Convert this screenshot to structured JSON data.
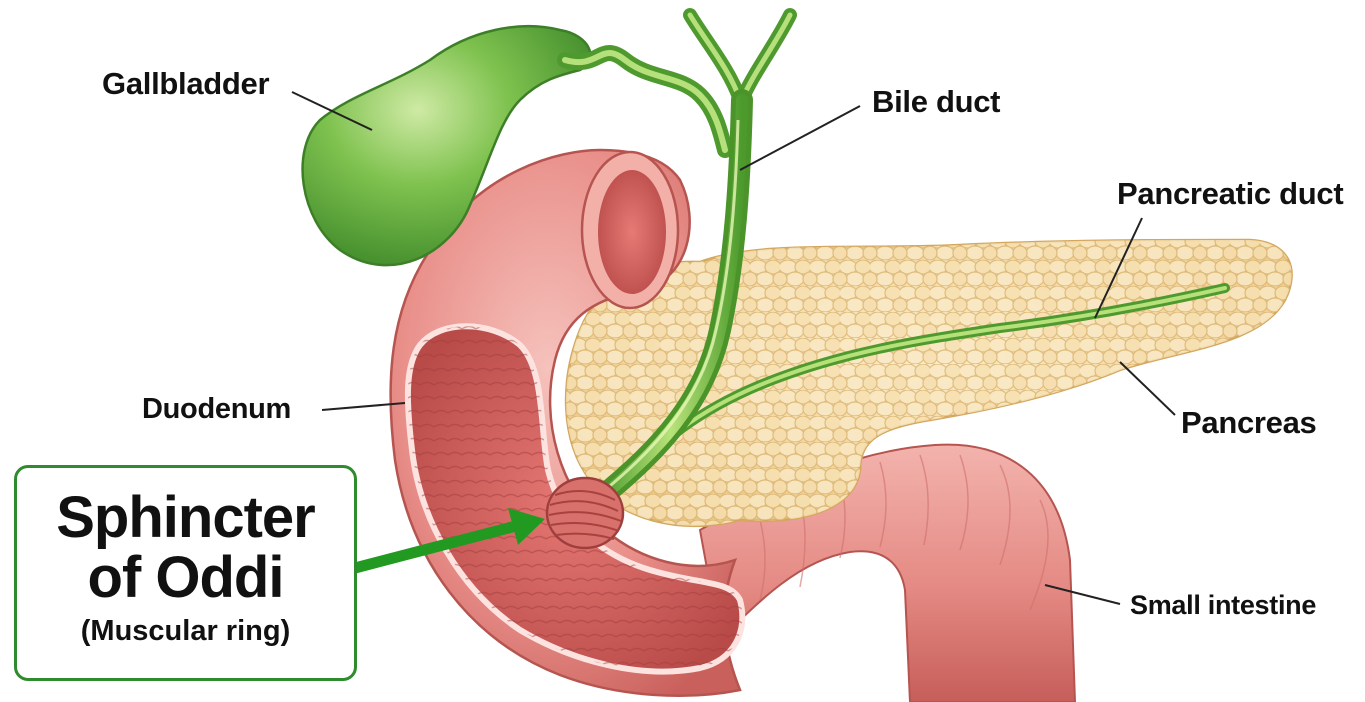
{
  "labels": {
    "gallbladder": "Gallbladder",
    "bile_duct": "Bile duct",
    "pancreatic_duct": "Pancreatic duct",
    "duodenum": "Duodenum",
    "pancreas": "Pancreas",
    "small_intestine": "Small intestine"
  },
  "callout": {
    "line1": "Sphincter",
    "line2": "of Oddi",
    "line3": "(Muscular ring)"
  },
  "colors": {
    "gallbladder_green": "#6fb84a",
    "duct_green": "#7cc04a",
    "intestine_pink": "#e98f8a",
    "intestine_inner": "#d9625f",
    "pancreas_yellow": "#f3d9a0",
    "pancreas_lobule": "#f8e6bb",
    "callout_border": "#2e8b2e",
    "arrow_green": "#229a22"
  }
}
